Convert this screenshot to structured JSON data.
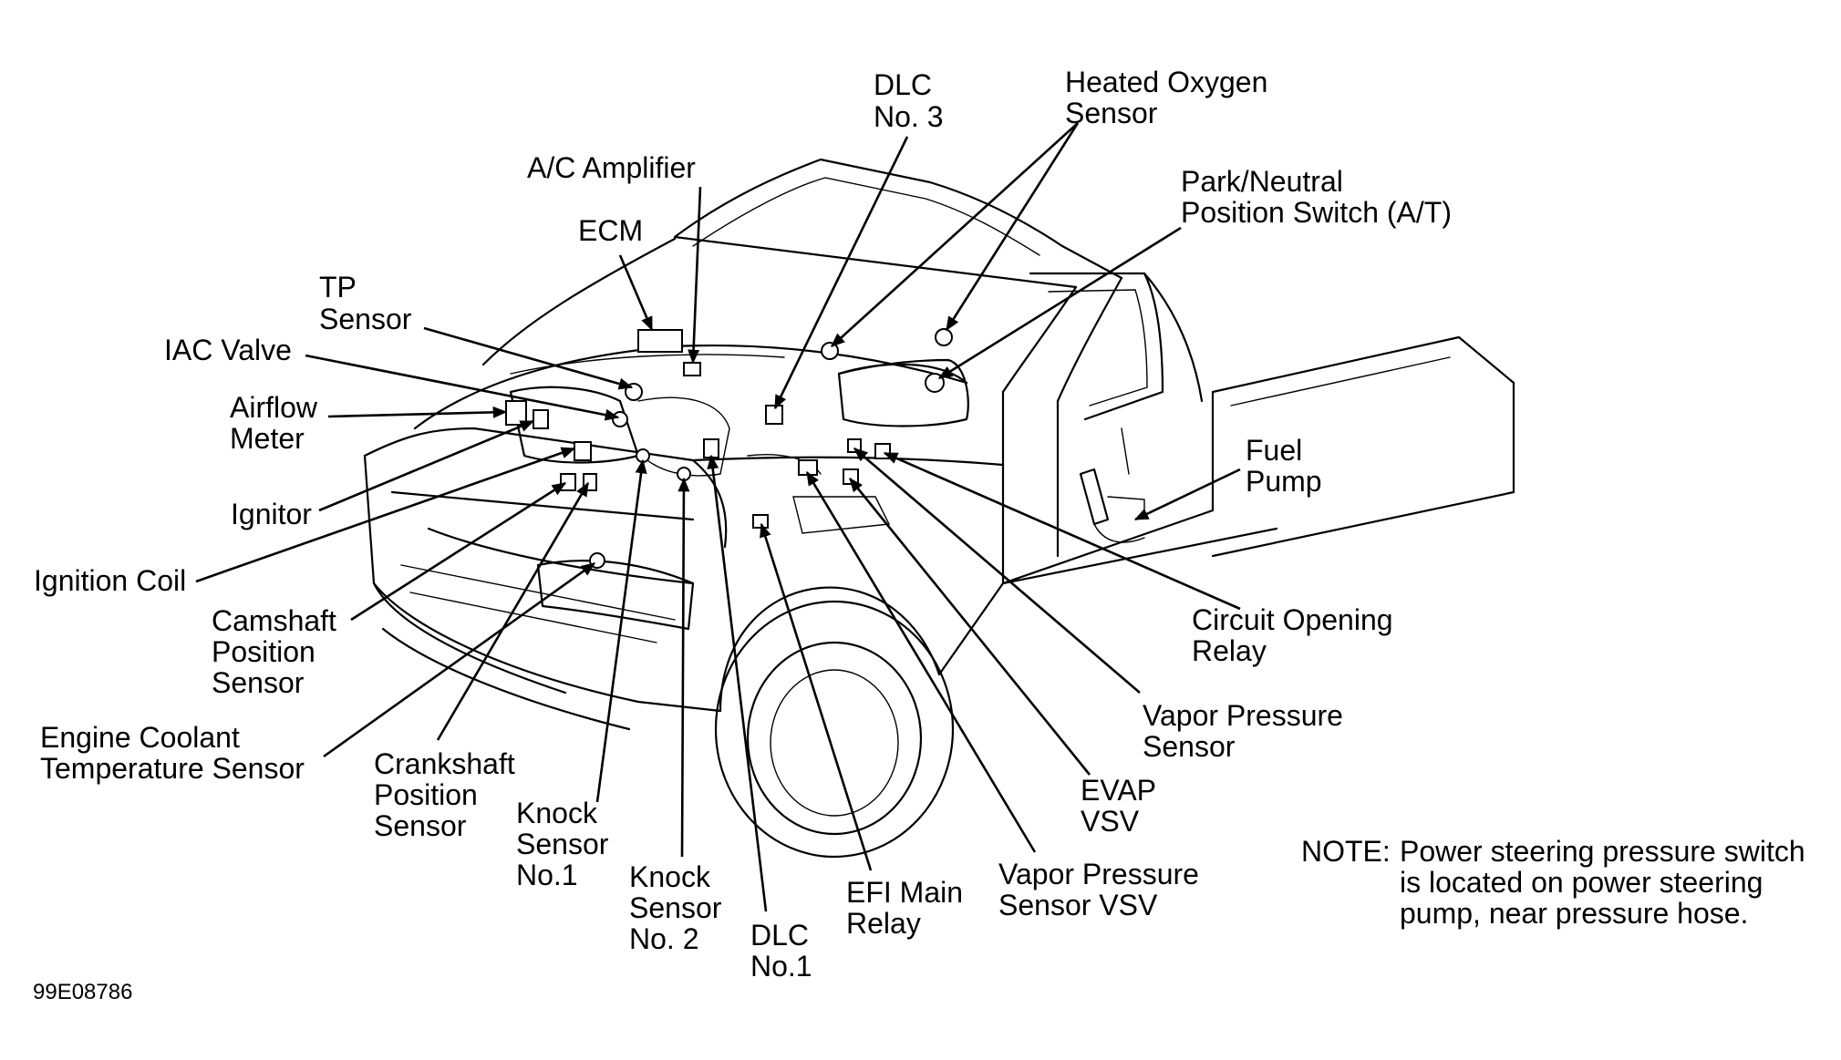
{
  "labels": {
    "dlc3": [
      "DLC",
      "No. 3"
    ],
    "heated_oxygen_sensor": [
      "Heated Oxygen",
      "Sensor"
    ],
    "ac_amplifier": [
      "A/C Amplifier"
    ],
    "park_neutral_switch": [
      "Park/Neutral",
      "Position Switch (A/T)"
    ],
    "ecm": [
      "ECM"
    ],
    "tp_sensor": [
      "TP",
      "Sensor"
    ],
    "iac_valve": [
      "IAC Valve"
    ],
    "airflow_meter": [
      "Airflow",
      "Meter"
    ],
    "ignitor": [
      "Ignitor"
    ],
    "ignition_coil": [
      "Ignition Coil"
    ],
    "camshaft_sensor": [
      "Camshaft",
      "Position",
      "Sensor"
    ],
    "engine_coolant_sensor": [
      "Engine Coolant",
      "Temperature Sensor"
    ],
    "crankshaft_sensor": [
      "Crankshaft",
      "Position",
      "Sensor"
    ],
    "knock_sensor_1": [
      "Knock",
      "Sensor",
      "No.1"
    ],
    "knock_sensor_2": [
      "Knock",
      "Sensor",
      "No. 2"
    ],
    "dlc1": [
      "DLC",
      "No.1"
    ],
    "efi_main_relay": [
      "EFI Main",
      "Relay"
    ],
    "vapor_pressure_sensor_vsv": [
      "Vapor Pressure",
      "Sensor VSV"
    ],
    "evap_vsv": [
      "EVAP",
      "VSV"
    ],
    "vapor_pressure_sensor": [
      "Vapor Pressure",
      "Sensor"
    ],
    "circuit_opening_relay": [
      "Circuit Opening",
      "Relay"
    ],
    "fuel_pump": [
      "Fuel",
      "Pump"
    ]
  },
  "note": {
    "prefix": "NOTE:",
    "lines": [
      "Power steering pressure switch",
      "is located on power steering",
      "pump, near pressure hose."
    ]
  },
  "figure_id": "99E08786"
}
